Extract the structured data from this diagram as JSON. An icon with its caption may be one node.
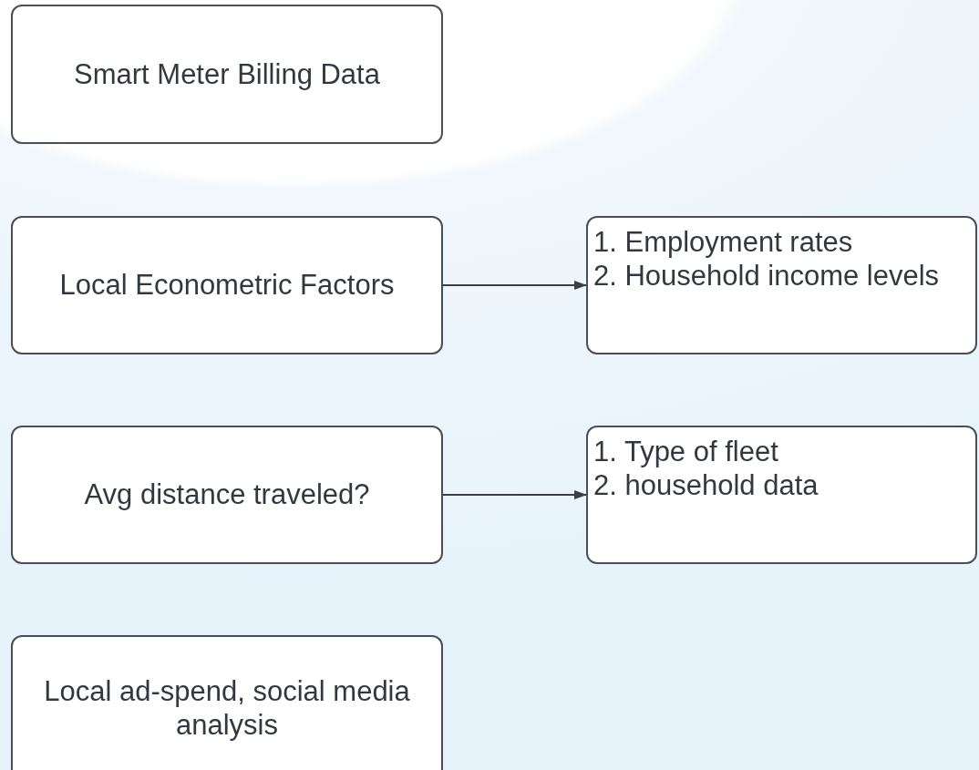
{
  "diagram": {
    "nodes": [
      {
        "text": [
          "Smart Meter Billing Data"
        ]
      },
      {
        "text": [
          "Local Econometric Factors"
        ]
      },
      {
        "text": [
          "1. Employment rates",
          "2. Household income levels"
        ]
      },
      {
        "text": [
          "Avg distance traveled?"
        ]
      },
      {
        "text": [
          "1. Type of fleet",
          "2. household data"
        ]
      },
      {
        "text": [
          "Local ad-spend, social media analysis"
        ]
      }
    ],
    "edges": [
      {
        "from": 1,
        "to": 2,
        "arrow": "to"
      },
      {
        "from": 3,
        "to": 4,
        "arrow": "to"
      }
    ]
  }
}
